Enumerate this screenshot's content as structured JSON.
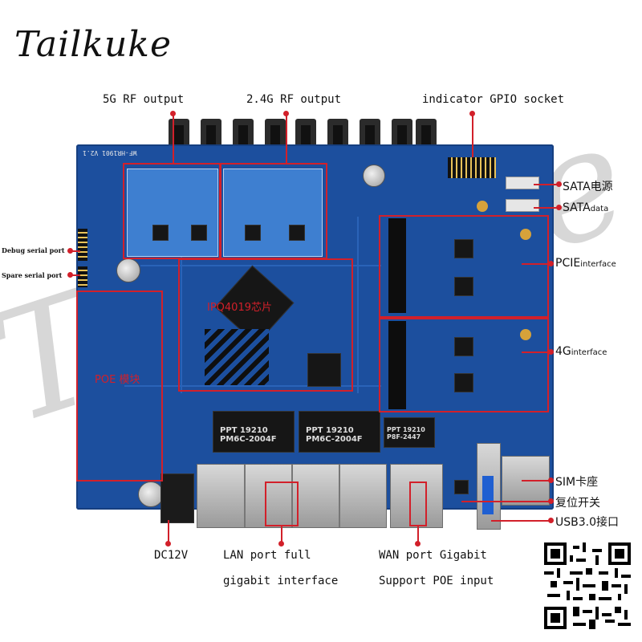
{
  "brand": "Tailkuke",
  "watermark": "Tailkuke",
  "board_silkscreen": "WF-HR1901 V2.1",
  "labels": {
    "rf5g": "5G RF output",
    "rf24g": "2.4G RF output",
    "gpio": "indicator GPIO socket",
    "sata_power": "SATA电源",
    "sata_data_main": "SATA",
    "sata_data_sub": "data",
    "pcie_main": "PCIE",
    "pcie_sub": "interface",
    "g4_main": "4G",
    "g4_sub": "interface",
    "debug_port": "Debug serial port",
    "spare_port": "Spare serial port",
    "soc": "IPQ4019芯片",
    "poe_module": "POE 模块",
    "sim": "SIM卡座",
    "reset": "复位开关",
    "usb": "USB3.0接口",
    "dc": "DC12V",
    "lan_line1": "LAN port full",
    "lan_line2": "gigabit interface",
    "wan_line1": "WAN port Gigabit",
    "wan_line2": "Support POE input"
  },
  "magnetics": [
    "PPT 19210 PM6C-2004F",
    "PPT 19210 PM6C-2004F",
    "PPT 19210 P8F-2447"
  ],
  "colors": {
    "board": "#1c4f9e",
    "highlight": "#d2202a",
    "text": "#111111"
  },
  "icons": [
    "qr-code-icon"
  ]
}
